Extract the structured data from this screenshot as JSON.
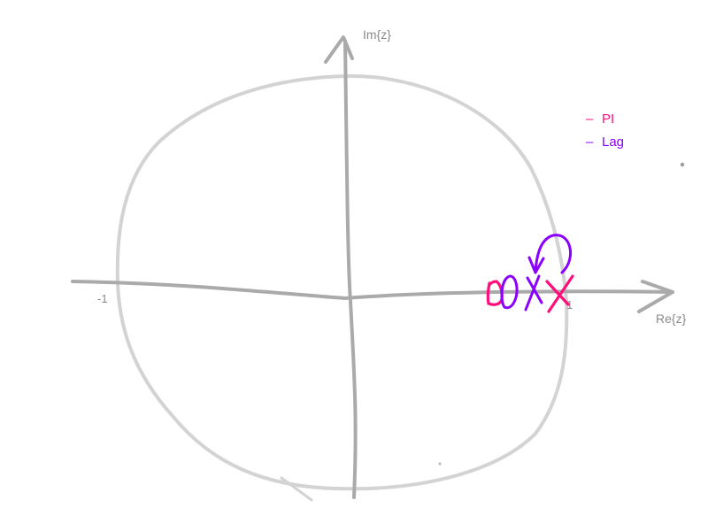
{
  "colors": {
    "circle": "#d3d3d3",
    "axes": "#aaaaaa",
    "label_text": "#8a8a8a",
    "pi": "#ff0d7a",
    "lag": "#8a00ff"
  },
  "axes": {
    "imag_label": "Im{z}",
    "real_label": "Re{z}",
    "tick_neg_one": "-1",
    "tick_pos_one": "1"
  },
  "legend": {
    "entries": [
      {
        "dash": "–",
        "label": "PI",
        "color": "#ff0d7a"
      },
      {
        "dash": "–",
        "label": "Lag",
        "color": "#8a00ff"
      }
    ]
  },
  "markers": {
    "pi_zero_symbol": "o",
    "pi_pole_symbol": "x",
    "lag_zero_symbol": "o",
    "lag_pole_symbol": "x",
    "lag_arrow": "curved arrow from pole to zero"
  }
}
